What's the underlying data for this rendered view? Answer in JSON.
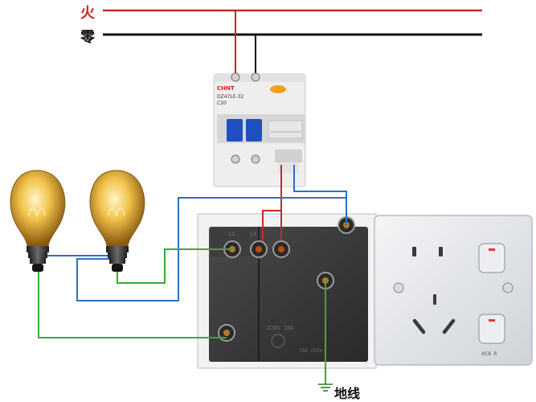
{
  "labels": {
    "live": "火",
    "neutral": "零",
    "ground": "地线"
  },
  "breaker": {
    "brand": "CHNT",
    "model": "DZ47LE-32",
    "rating": "C20"
  },
  "socket": {
    "code": "KC8 R"
  },
  "colors": {
    "live_wire": "#c62828",
    "neutral_wire": "#1a1a1a",
    "blue_wire": "#2f6fc4",
    "green_wire": "#3aa83a",
    "breaker_body": "#eeeeee",
    "breaker_handle": "#1f4fc0",
    "switch_base": "#3a3a3c",
    "bulb_glass": "#f2c24a"
  },
  "icons": [
    "light-bulb-icon",
    "circuit-breaker-icon",
    "ground-symbol-icon",
    "wall-socket-icon"
  ]
}
